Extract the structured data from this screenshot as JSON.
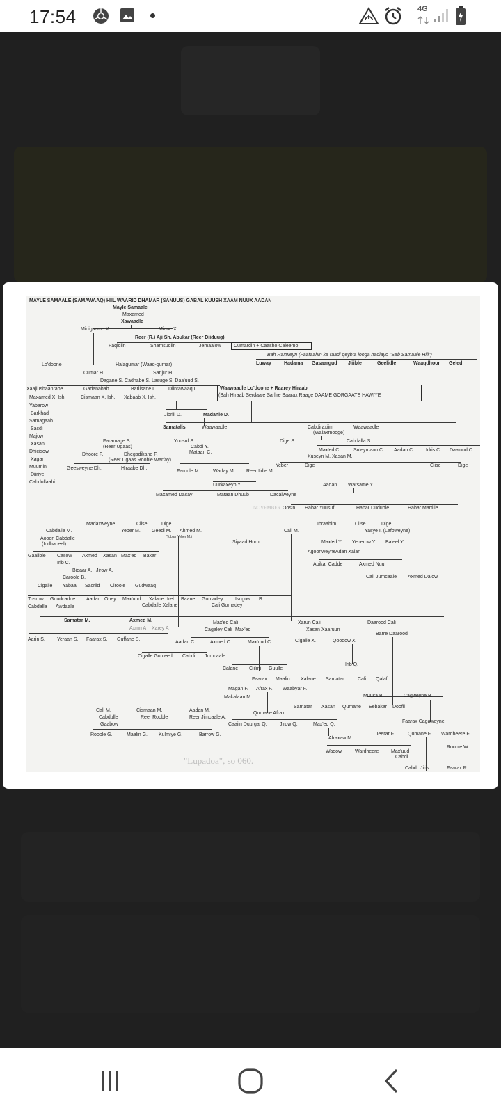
{
  "status_bar": {
    "time": "17:54",
    "network": "4G",
    "icons": [
      "chrome-icon",
      "gallery-icon",
      "notification-dot",
      "data-saver-icon",
      "alarm-icon",
      "signal-icon",
      "battery-icon"
    ]
  },
  "document": {
    "title": "MAYLE SAMAALE (SAMAWAAQ) HIIL WAARID DHAMAR (SANUUS) GABAL KUUSH XAAM NUUX AADAN",
    "root": [
      "Mayle Samaale",
      "Maxamed",
      "Xawaadle"
    ],
    "row1": [
      "Midigsame X.",
      "Miane X."
    ],
    "row2": "Reer (R.) Aji Sh. Abukar (Reer Diiduug)",
    "row3": [
      "Faqidiin",
      "Shamsudiin",
      "Jemaalow",
      "Cumardin + Caasho Caleemo"
    ],
    "bah_note": "Bah Raxweyn (Faafaahin ka raadi qeybta looga hadlayo \"Sab Samaale Hiil\")",
    "sab": [
      "Luway",
      "Hadama",
      "Gasaargud",
      "Jiiible",
      "Geelidle",
      "Waaqdhoor",
      "Geledi"
    ],
    "row4": [
      "Lo'doone",
      "Halagumar (Waaq-gumar)"
    ],
    "row5": [
      "Cumar H.",
      "Sanjur H."
    ],
    "row6": "Dagane S.  Cadnabe S.  Lasuge S.  Daa'uud S.",
    "row7": [
      "Xaaji Ishaanrabe",
      "Gadanahab L.",
      "Barlisane L.",
      "Diintawaaq L."
    ],
    "row8": [
      "Maxamed X. Ish.",
      "Cismaan X. Ish.",
      "Xabaab X. Ish."
    ],
    "box_lines": [
      "Waawaadle Lo'doone + Raarey Hiraab",
      "(Bah Hiraab Serdaale Sarlire Baarax Raage DAAME GORGAATE HAWIYE"
    ],
    "left_col": [
      "Yabarow",
      "Barkhad",
      "Samagaab",
      "Sacdi",
      "Majow",
      "Xasan",
      "Dhicisow",
      "Xagar",
      "Muumin",
      "Diiriye",
      "Cabdullaahi"
    ],
    "row9": [
      "Jibriil D.",
      "Madanle D."
    ],
    "row10": [
      "Samatalis",
      "Waawaadle",
      "Cabdiraxiim",
      "Waawaadle"
    ],
    "walax": "(Walaxmooge)",
    "row11": [
      "Faramage S.",
      "Yuusuf S.",
      "Dige S.",
      "Cabdalla S."
    ],
    "row11b": [
      "(Reer Ugaas)",
      "Cabdi Y.",
      "Mataan C."
    ],
    "row12": [
      "Dhoore F.",
      "Dhegadikane F."
    ],
    "row12b": "(Reer Ugaas Rooble Warfay)",
    "row12c": [
      "Max'ed C.",
      "Suleymaan C.",
      "Aadan C.",
      "Idris C.",
      "Daa'uud C."
    ],
    "row12d": "Xuseyn M.  Xasan M.",
    "row13": [
      "Geesweyne Dh.",
      "Hiraabe Dh.",
      "Faroole M.",
      "Warfay M.",
      "Reer Iidle M."
    ],
    "row13b": [
      "Yeber",
      "Dige",
      "Ciise",
      "Dige"
    ],
    "row14": [
      "Uurkaxeyb Y.",
      "Aadan",
      "Warsame Y."
    ],
    "row15": [
      "Maxamed Dacay",
      "Mataan Dhuub",
      "Dacalweyne"
    ],
    "row16": [
      "Oosin",
      "Habar Yuusuf",
      "Habar Duduble",
      "Habar Martiile"
    ],
    "row17": [
      "Madaxweyne",
      "Ciise",
      "Dige",
      "Ibraahim",
      "Ciise",
      "Dige"
    ],
    "row18": [
      "Cabdalle M.",
      "Yeber M.",
      "Geedi M.",
      "Ahmed M.",
      "Cali M.",
      "Yasye I. (Lafoweyne)"
    ],
    "toban": "(Toban Yeber M.)",
    "row19": [
      "Aooon Cabdalle",
      "(Indhaceel)",
      "Siyaad Horor",
      "Max'ed Y.",
      "Yeberow Y.",
      "Baleel Y."
    ],
    "row20": [
      "Gaalibie",
      "Casow",
      "Axmed",
      "Xasan",
      "Max'ed",
      "Baxar",
      "Agoonweyne",
      "Adan Xalan"
    ],
    "row21": [
      "Irib C.",
      "Abikar Cadde",
      "Axmed Nuur"
    ],
    "row22": [
      "Bidaar A.",
      "Jirow A."
    ],
    "row23": [
      "Caroole B.",
      "Cali Jumcaale",
      "Axmed Dalow"
    ],
    "row24": [
      "Cigalle",
      "Yabaal",
      "Sacriid",
      "Ciroole",
      "Gudwaaq"
    ],
    "row25": [
      "Tusrow",
      "Guudcadde",
      "Aadan",
      "Oney",
      "Max'uud",
      "Xalane",
      "Ireb",
      "Baane",
      "Gomadey",
      "Isugow",
      "B...."
    ],
    "row26": [
      "Cabdalla",
      "Awdaale",
      "Cabdalle Xalane",
      "Cali Gomadey"
    ],
    "row27": [
      "Samatar M.",
      "Axmed M.",
      "Max'ed Cali",
      "Xarun Cali",
      "Daarood Cali"
    ],
    "row27b": [
      "Axmn A",
      "Xarey A",
      "Cagaley Cali",
      "Max'ed",
      "Xasan",
      "Xaaruun",
      "Barre Daarood"
    ],
    "row28": [
      "Aarin S.",
      "Yeraan S.",
      "Faarax S.",
      "Guffane S.",
      "Aadan C.",
      "Axmed C.",
      "Max'uud C.",
      "Cigalle X.",
      "Qoodow X."
    ],
    "row29": [
      "Cigalle Guuleed",
      "Cabdi",
      "Jumcaale",
      "Irib Q."
    ],
    "row30": [
      "Calane",
      "Ciilmi",
      "Guulle"
    ],
    "row31": [
      "Faarax",
      "Maalin",
      "Xalane",
      "Samatar",
      "Cali",
      "Qalaf"
    ],
    "row32": [
      "Magan F.",
      "Afrax F.",
      "Waabyar F."
    ],
    "row33": [
      "Makalaan M.",
      "Muusa B.",
      "Cagweyne B."
    ],
    "row34": [
      "Cali M.",
      "Cismaan M.",
      "Aadan M.",
      "Samatar",
      "Xasan",
      "Qumane",
      "Eebakar",
      "Doofil"
    ],
    "row35": [
      "Cabdulle",
      "Reer Rooble",
      "Reer Jimcaale A.",
      "Qumane Afrax"
    ],
    "row36": [
      "Gaabow",
      "Caaiin Duurgal Q.",
      "Jirow Q.",
      "Max'ed Q.",
      "Faarax Cagaweyne"
    ],
    "row37": [
      "Rooble G.",
      "Maalin G.",
      "Kulmiye G.",
      "Barrow G.",
      "Afraxaw M.",
      "Jeerar F.",
      "Qumane F.",
      "Wardheere F."
    ],
    "row38": [
      "Wadow",
      "Wardheere",
      "Max'uud",
      "Cabdi",
      "Rooble W."
    ],
    "row39": [
      "Cabdi",
      "Jiris",
      "Faarax R.",
      "...."
    ],
    "faint_marks": [
      "\"Lupadoa\", so 060.",
      "NOVEMBER"
    ]
  },
  "nav_bar": {
    "recents": "recents-button",
    "home": "home-button",
    "back": "back-button"
  }
}
